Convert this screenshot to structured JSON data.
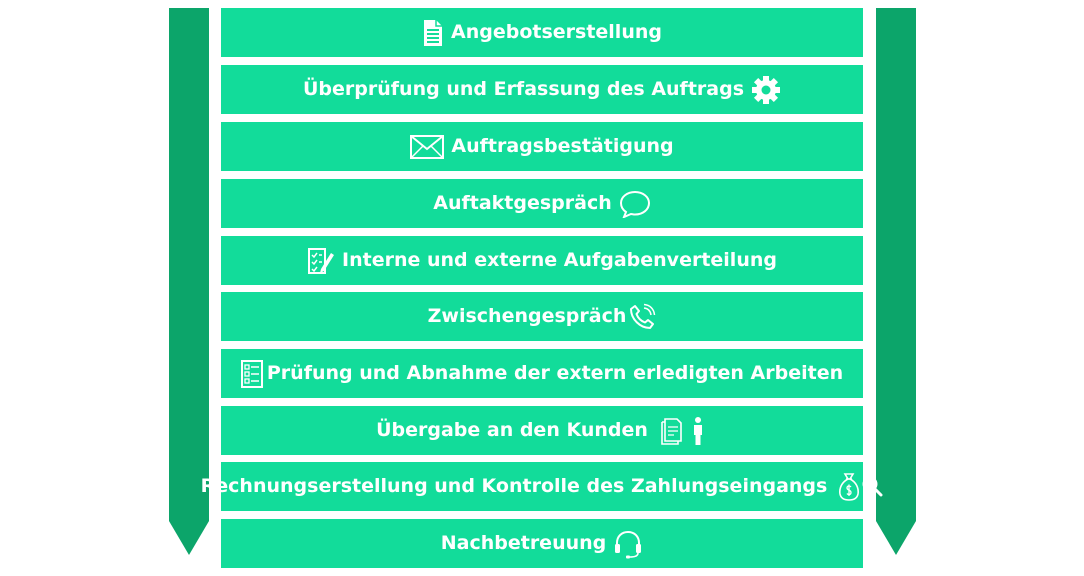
{
  "colors": {
    "step_fill": "#12dc9a",
    "side_arrow": "#0ca56a",
    "text": "#ffffff"
  },
  "steps": [
    {
      "label": "Angebotserstellung",
      "icon": "document-icon"
    },
    {
      "label": "Überprüfung und Erfassung des Auftrags",
      "icon": "gear-icon"
    },
    {
      "label": "Auftragsbestätigung",
      "icon": "envelope-icon"
    },
    {
      "label": "Auftaktgespräch",
      "icon": "speech-bubble-icon"
    },
    {
      "label": "Interne und externe Aufgabenverteilung",
      "icon": "checklist-pen-icon"
    },
    {
      "label": "Zwischengespräch",
      "icon": "phone-icon"
    },
    {
      "label": "Prüfung und Abnahme der extern erledigten Arbeiten",
      "icon": "checklist-icon"
    },
    {
      "label": "Übergabe an den Kunden",
      "icon": "documents-person-icon"
    },
    {
      "label": "Rechnungserstellung und Kontrolle des Zahlungseingangs",
      "icon": "money-bag-search-icon"
    },
    {
      "label": "Nachbetreuung",
      "icon": "headset-icon"
    }
  ]
}
